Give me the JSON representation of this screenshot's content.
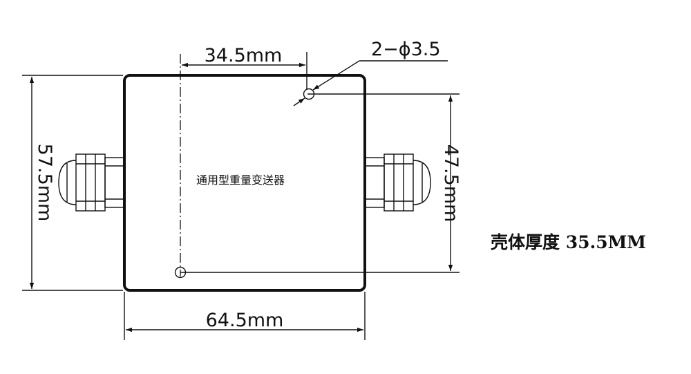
{
  "diagram": {
    "box_label": "通用型重量变送器",
    "shell_thickness": "壳体厚度 35.5MM",
    "dimensions": {
      "width": "64.5mm",
      "height": "57.5mm",
      "hole_horizontal": "34.5mm",
      "hole_vertical": "47.5mm",
      "hole_spec": "2−ϕ3.5"
    }
  }
}
